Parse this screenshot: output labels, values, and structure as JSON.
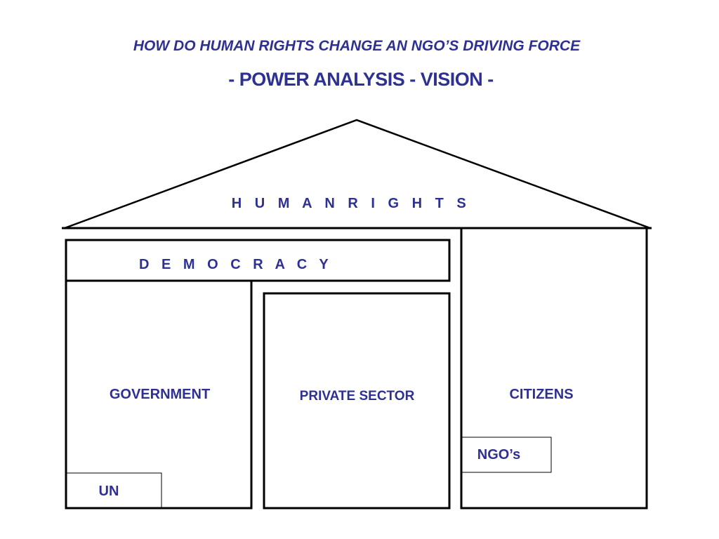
{
  "title": "HOW DO HUMAN RIGHTS CHANGE AN NGO’S DRIVING FORCE",
  "subtitle": "- POWER ANALYSIS  - VISION -",
  "diagram": {
    "roof_label": "H U M A N   R I G H T S",
    "beam_label": "D E M O C R A C Y",
    "pillars": [
      {
        "label": "GOVERNMENT"
      },
      {
        "label": "PRIVATE SECTOR"
      },
      {
        "label": "CITIZENS"
      }
    ],
    "sub_boxes": [
      {
        "label": "NGO’s"
      },
      {
        "label": "UN"
      }
    ]
  },
  "colors": {
    "text": "#2e3192",
    "stroke": "#000000",
    "background": "#ffffff"
  }
}
